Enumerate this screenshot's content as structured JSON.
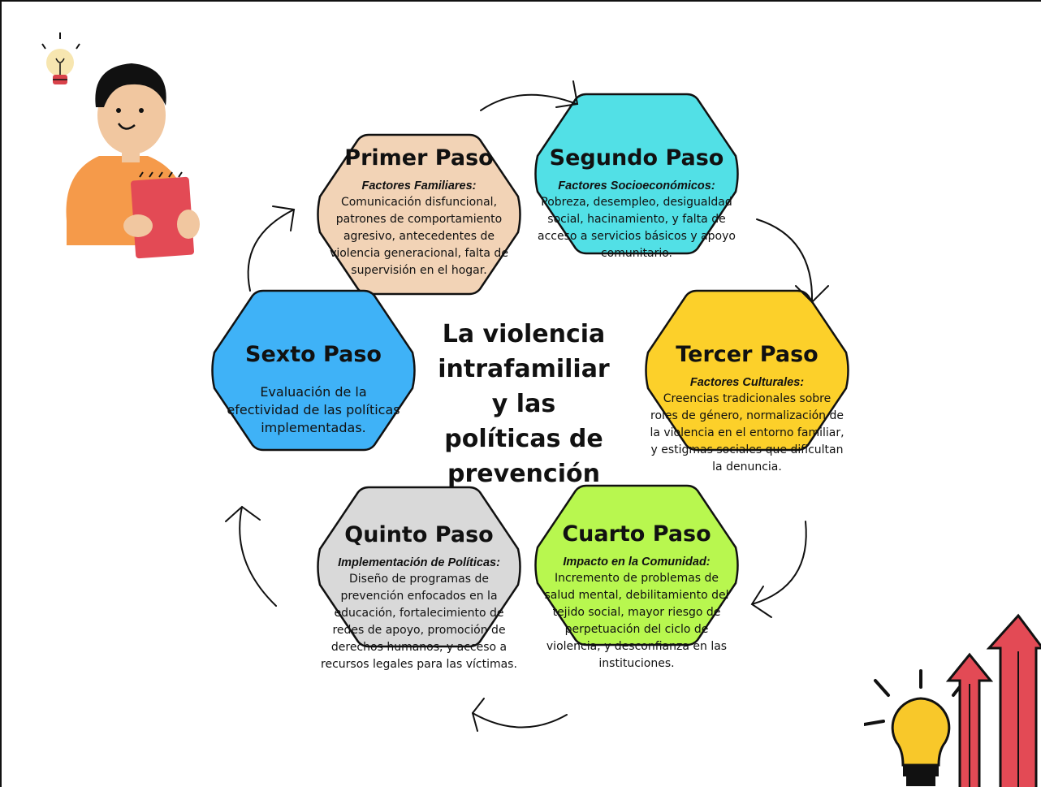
{
  "center": {
    "title": "La violencia intrafamiliar y las políticas de prevención"
  },
  "steps": [
    {
      "title": "Primer Paso",
      "subtitle": "Factores Familiares:",
      "body": "Comunicación disfuncional, patrones de comportamiento agresivo, antecedentes de violencia generacional, falta de supervisión en el hogar.",
      "color": "#f2d3b6"
    },
    {
      "title": "Segundo Paso",
      "subtitle": "Factores Socioeconómicos:",
      "body": "Pobreza, desempleo, desigualdad social, hacinamiento, y falta de acceso a servicios básicos y apoyo comunitario.",
      "color": "#52e0e6"
    },
    {
      "title": "Tercer Paso",
      "subtitle": "Factores Culturales:",
      "body": "Creencias tradicionales sobre roles de género, normalización de la violencia en el entorno familiar, y estigmas sociales que dificultan la denuncia.",
      "color": "#fcd02a"
    },
    {
      "title": "Cuarto Paso",
      "subtitle": "Impacto en la Comunidad:",
      "body": "Incremento de problemas de salud mental, debilitamiento del tejido social, mayor riesgo de perpetuación del ciclo de violencia, y desconfianza en las instituciones.",
      "color": "#b8f74f"
    },
    {
      "title": "Quinto Paso",
      "subtitle": "Implementación de Políticas:",
      "body": "Diseño de programas de prevención enfocados en la educación, fortalecimiento de redes de apoyo, promoción de derechos humanos, y acceso a recursos legales para las víctimas.",
      "color": "#d9d9d9"
    },
    {
      "title": "Sexto Paso",
      "subtitle": "",
      "body": "Evaluación de la efectividad de las políticas implementadas.",
      "color": "#3fb2f7"
    }
  ],
  "icons": [
    "idea-lightbulb-icon",
    "growth-arrows-icon",
    "person-with-clipboard"
  ]
}
